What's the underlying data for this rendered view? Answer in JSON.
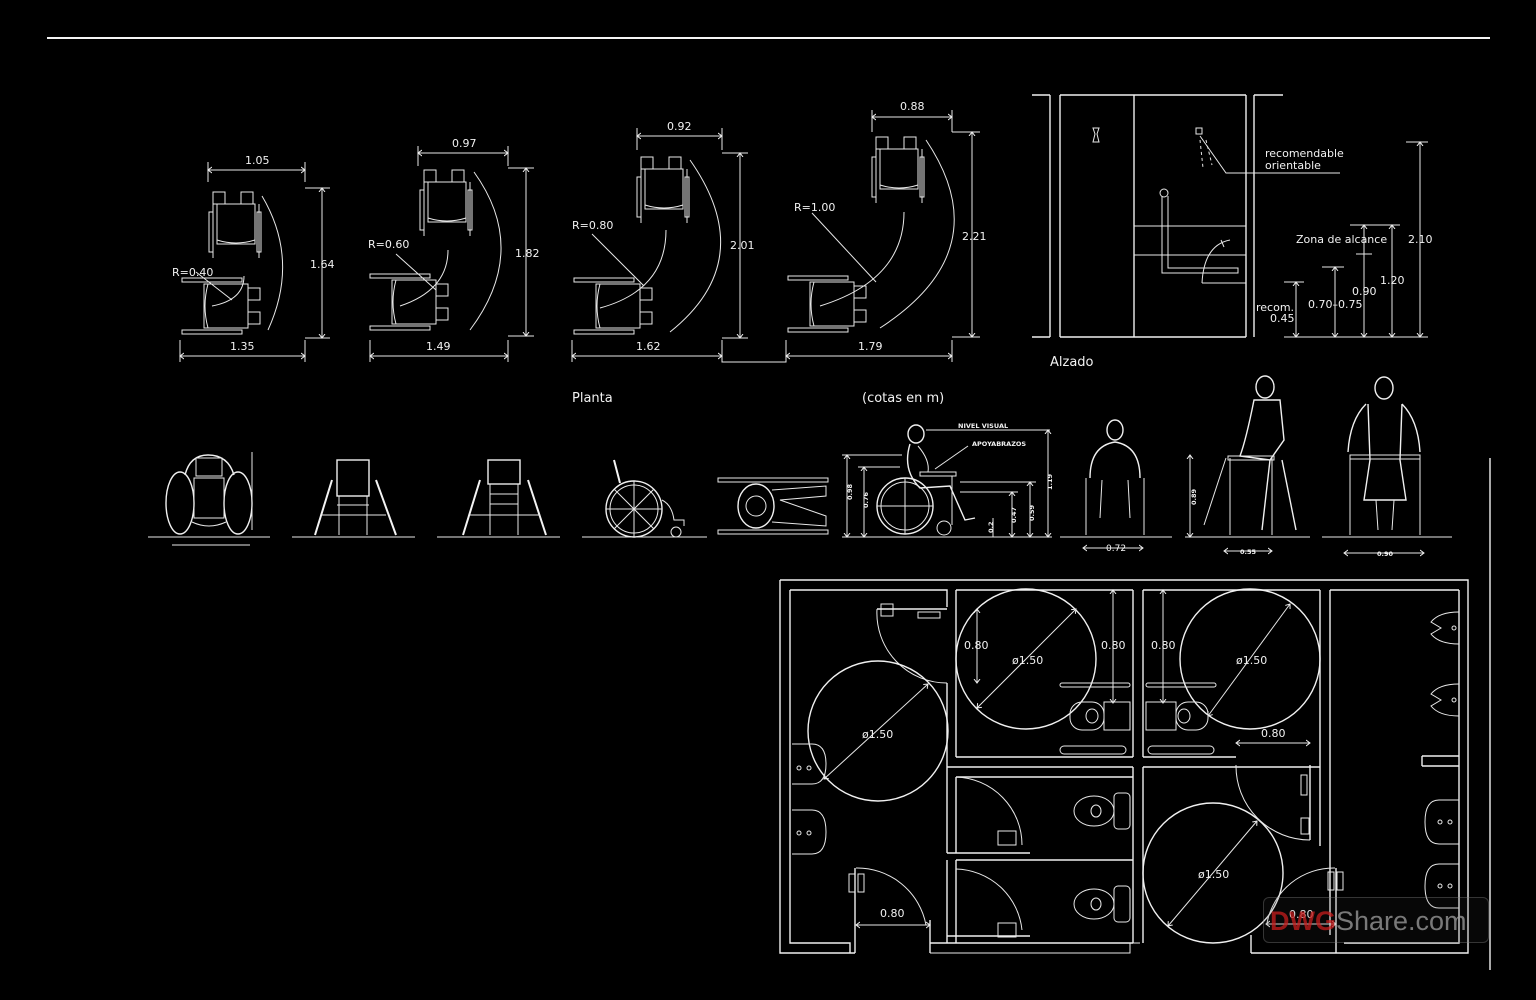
{
  "drawing": {
    "background": "#000000",
    "line_color": "#f0f0f0",
    "labels": {
      "planta": "Planta",
      "cotas": "(cotas en m)",
      "alzado": "Alzado",
      "recomendable": "recomendable",
      "orientable": "orientable",
      "zona_alcance": "Zona de alcance",
      "recom": "recom.",
      "nivel_visual": "NIVEL VISUAL",
      "apoyabrazos": "APOYABRAZOS"
    },
    "turning_plans": [
      {
        "width_top": "1.05",
        "radius": "R=0.40",
        "height": "1.64",
        "width_bottom": "1.35"
      },
      {
        "width_top": "0.97",
        "radius": "R=0.60",
        "height": "1.82",
        "width_bottom": "1.49"
      },
      {
        "width_top": "0.92",
        "radius": "R=0.80",
        "height": "2.01",
        "width_bottom": "1.62"
      },
      {
        "width_top": "0.88",
        "radius": "R=1.00",
        "height": "2.21",
        "width_bottom": "1.79"
      }
    ],
    "elevation_dims": {
      "recom_045": "0.45",
      "range_070_075": "0.70–0.75",
      "d_090": "0.90",
      "d_120": "1.20",
      "d_210": "2.10"
    },
    "side_view_dims": {
      "d1": "0.98",
      "d2": "0.76",
      "d3": "0.2",
      "d4": "0.47",
      "d5": "0.59",
      "d6": "1.19"
    },
    "figures_dims": {
      "wheelchair_front_width": "0.72",
      "walker_height": "0.89",
      "walker_width": "0.55",
      "frame_width": "0.90"
    },
    "floor_plan": {
      "circle_1": "ø1.50",
      "circle_2": "ø1.50",
      "circle_3": "ø1.50",
      "circle_4": "ø1.50",
      "dim_a": "0.80",
      "dim_b": "0.80",
      "dim_c": "0.80",
      "dim_d": "0.80",
      "dim_e": "0.80",
      "dim_f": "0.80"
    }
  },
  "watermark": {
    "brand_red": "DWG",
    "brand_grey": "Share.com",
    "red_color": "#c81e1e",
    "grey_color": "#a0a0a0"
  }
}
